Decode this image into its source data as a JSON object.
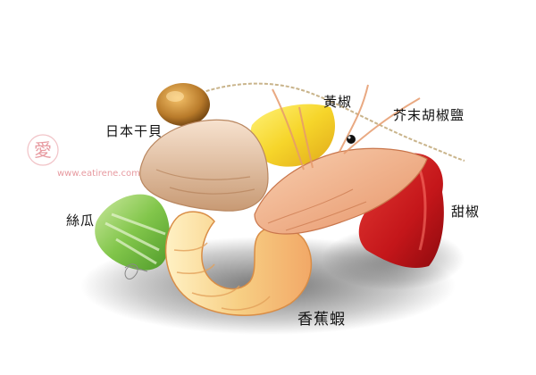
{
  "labels": {
    "scallop": "日本干貝",
    "yellow_pepper": "黃椒",
    "wasabi_salt": "芥末胡椒鹽",
    "sweet_pepper": "甜椒",
    "loofah": "絲瓜",
    "banana_prawn": "香蕉蝦"
  },
  "watermark": {
    "url": "www.eatirene.com",
    "logo_glyph": "愛"
  },
  "colors": {
    "watermark": "#e79aa0",
    "red_pepper": "#c81d1d",
    "yellow_pepper": "#f4d52a",
    "loofah": "#7fc049",
    "prawn": "#f2b48c",
    "scallop": "#e9c8a8"
  }
}
